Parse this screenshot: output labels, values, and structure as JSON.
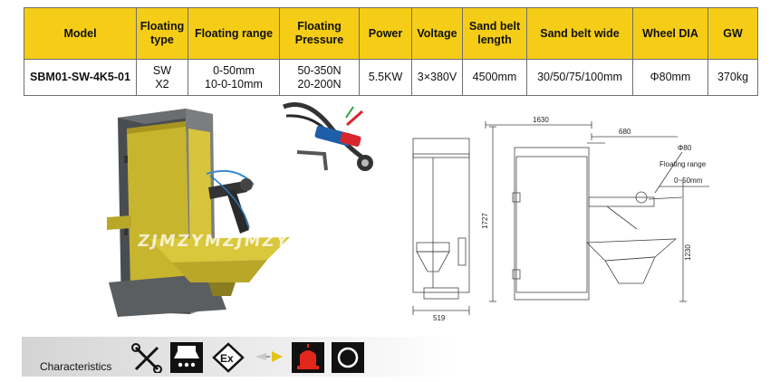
{
  "table": {
    "headers": {
      "model": "Model",
      "floating_type": [
        "Floating",
        "type"
      ],
      "floating_range": "Floating range",
      "floating_pressure": [
        "Floating",
        "Pressure"
      ],
      "power": "Power",
      "voltage": "Voltage",
      "belt_length": [
        "Sand belt",
        "length"
      ],
      "belt_wide": "Sand belt wide",
      "wheel_dia": "Wheel DIA",
      "gw": "GW"
    },
    "row": {
      "model": "SBM01-SW-4K5-01",
      "floating_type": [
        "SW",
        "X2"
      ],
      "floating_range": [
        "0-50mm",
        "10-0-10mm"
      ],
      "floating_pressure": [
        "50-350N",
        "20-200N"
      ],
      "power": "5.5KW",
      "voltage": "3×380V",
      "belt_length": "4500mm",
      "belt_wide": "30/50/75/100mm",
      "wheel_dia": "Φ80mm",
      "gw": "370kg"
    }
  },
  "watermark": "ZJMZYMZJMZYMZJMZYM",
  "drawing": {
    "dim_width": "1630",
    "dim_arm": "680",
    "dim_wheel": "Φ80",
    "floating_label": "Floating range",
    "floating_value": "0~50mm",
    "dim_height": "1727",
    "dim_table_height": "1230",
    "dim_side_width": "519"
  },
  "characteristics": {
    "label": "Characteristics",
    "icons": [
      "tools-icon",
      "dust-extraction-icon",
      "explosion-proof-icon",
      "belt-direction-icon",
      "warning-light-icon",
      "emergency-stop-icon"
    ]
  },
  "colors": {
    "header_bg": "#f5cd16",
    "machine_yellow": "#c8b52e",
    "warning_red": "#e3261c"
  }
}
